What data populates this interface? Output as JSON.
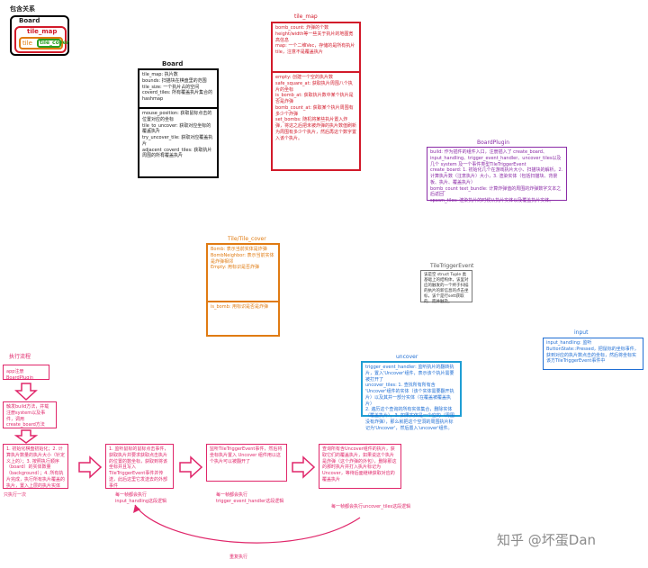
{
  "legend": {
    "title": "包含关系",
    "board": "Board",
    "tile_map": "tile_map",
    "tile": "tile",
    "tile_cover": "tile_cover"
  },
  "board": {
    "title": "Board",
    "fields": [
      "tile_map: 执片数",
      "bounds: 扫描块在棋盘里的范围",
      "tile_size: 一个执片占的空间",
      "coverd_tiles: 所有覆盖执片集合的hashmap"
    ],
    "methods": [
      "mouse_position: 获取鼠标点击的位置对应的坐标",
      "tile_to_uncover: 获取对应坐标的覆盖执片",
      "try_uncover_tile: 获取对应覆盖执片",
      "",
      "adjacent_coverd_tiles: 获取执片周围的所有覆盖执片"
    ]
  },
  "tile_map": {
    "title": "tile_map",
    "fields": [
      "bomb_count: 炸弹的个数",
      "height/width等一些关于执片的地图宽高信息",
      "map: 一个二维Vec，存储的是所有执片tile，注意不是覆盖执片"
    ],
    "methods": [
      "empty: 创建一个空的执片数",
      "safe_square_at: 获取执片周围八个执片的坐标",
      "is_bomb_at: 获取执片数中某个执片是否是炸弹",
      "bomb_count_at: 获取某个执片周围有多少个炸弹",
      "set_bombs: 随机将某些执片置入炸弹，将这之后把未被炸弹的执片数值刷新为周围有多少个执片，然后再这个数字置入该个执片。"
    ]
  },
  "board_plugin": {
    "title": "BoardPlugin",
    "text": [
      "build: 作为插件的组件入口，注册插入了 create_board、input_handling、trigger_event_handler、uncover_tiles以及几个 system 及一个事件类型TileTriggerEvent",
      "create_board: 1. 初始化几个在游戏执片大小、扫描块的解析，2. 计算执片数（注意执片）大小，3. 渲染实体（包括扫描块、背景板、执片、覆盖执片）",
      "bomb_count text_bundle: 计算炸弹值的周围的炸弹数字文本之后返回",
      "spawn_tiles: 渲染执片的时候从执片实体以及覆盖执片实体。"
    ]
  },
  "tile_cover": {
    "title": "Tile/Tile_cover",
    "fields": [
      "Bomb: 表示当前实体是炸弹",
      "BombNeighbor: 表示当前实体是炸弹相邻",
      "Empty: 用标识是否炸弹"
    ],
    "methods": [
      "is_bomb: 用标识是否是炸弹"
    ]
  },
  "tile_trigger_event": {
    "title": "TileTriggerEvent",
    "text": "该是空 struct Tuple 类基础上的结构体，该里对应的触发的一个终于扫描的执片的新信息的点击坐标，该个是行sett获取的、而并触及。"
  },
  "input": {
    "title": "input",
    "text": "input_handling: 监听ButtonState::Pressed，把鼠标的坐标事件，获到对应的执片数点击的坐标，然后将坐标实该方TileTriggerEvent事件中"
  },
  "uncover": {
    "title": "uncover",
    "text": [
      "trigger_event_handler: 监听执片的翻转执片，置入'Uncover'组件，表示该个执片需要被打开了",
      "uncover_tiles: 1. 查找所有所有含 'Uncover'组件的实体（该个实体需要翻开执片）以及其并一部分实体（在覆盖被覆盖执片）",
      "2. 遍历这个查询的所有实体集合，删除实体（覆盖执片），3. 如果实体是一个空的（周围没有炸弹），那么就把这个空洞的周围执片标记为'Uncover'，然后置入'uncover'组件。"
    ]
  },
  "flow": {
    "label": "执行流程",
    "start": "app注册BoardPlugin",
    "build_step": "触发build方法，并载注册system以及事件，调用create_board方法",
    "create_step": "1. 初始化棋盘初始化；2. 计算执片数量的执片大小（针定义上的）；3. 按照执行顺序（board）的实体数量（background）；4. 所有执片完成，执行所有执片覆盖的执片，置入上层的执片实体",
    "create_note": "只执行一次",
    "input_step": "1. 监听鼠标的鼠标点击事件，获取执片并要求获取点击执片的位置的数坐标，获取到将该坐标并且写入TileTriggerEvent事件并传送，此后这里它发送去的外部事件",
    "input_note": "每一帧都会执行input_handling这段逻辑",
    "trigger_step": "监听TileTriggerEvent事件，然后将坐标执片置入 Uncover 组件用以这个执片可以被翻开了",
    "trigger_note": "每一帧都会执行trigger_event_handler这段逻辑",
    "uncover_step": "查询所有含Uncover组件的执片，获取它们的覆盖执片，如果说这个执片是炸弹（这个炸弹的外包），删除那这的那时执片并打入执片标记为Uncover，等待后面继续获取对应的覆盖执片",
    "uncover_note": "每一帧都会执行uncover_tiles这段逻辑",
    "loop_label": "重复执行"
  },
  "watermark": "知乎 @坏蛋Dan",
  "colors": {
    "red": "#d21a2a",
    "purple": "#8a2aa6",
    "orange": "#e07b12",
    "blue": "#1f6ed4",
    "pink": "#e0266a",
    "gray": "#8a8a8a"
  }
}
